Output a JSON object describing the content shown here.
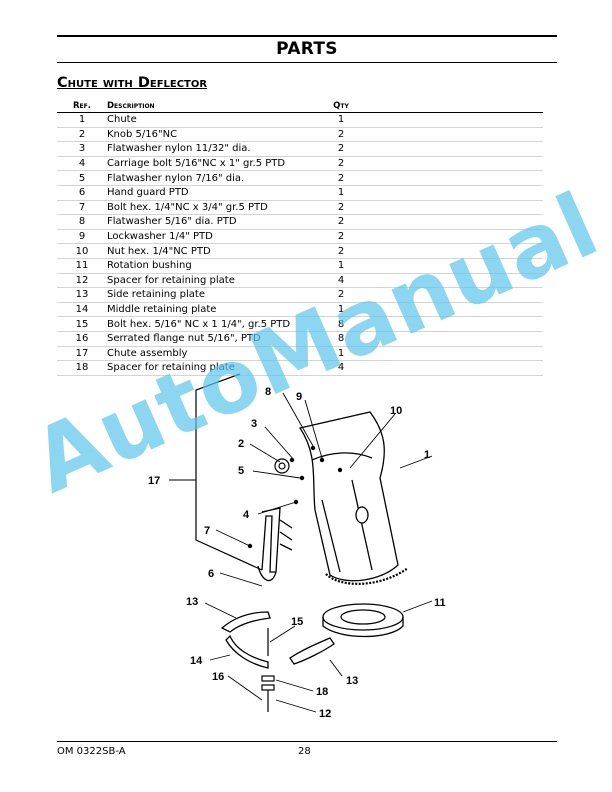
{
  "header": {
    "title": "PARTS"
  },
  "section": {
    "title": "Chute with Deflector"
  },
  "table": {
    "headers": {
      "ref": "Ref.",
      "description": "Description",
      "qty": "Qty"
    },
    "rows": [
      {
        "ref": "1",
        "description": "Chute",
        "qty": "1"
      },
      {
        "ref": "2",
        "description": "Knob 5/16\"NC",
        "qty": "2"
      },
      {
        "ref": "3",
        "description": "Flatwasher nylon 11/32\" dia.",
        "qty": "2"
      },
      {
        "ref": "4",
        "description": "Carriage bolt 5/16\"NC x 1\" gr.5 PTD",
        "qty": "2"
      },
      {
        "ref": "5",
        "description": "Flatwasher nylon 7/16\" dia.",
        "qty": "2"
      },
      {
        "ref": "6",
        "description": "Hand guard PTD",
        "qty": "1"
      },
      {
        "ref": "7",
        "description": "Bolt hex. 1/4\"NC x 3/4\" gr.5 PTD",
        "qty": "2"
      },
      {
        "ref": "8",
        "description": "Flatwasher 5/16\" dia.  PTD",
        "qty": "2"
      },
      {
        "ref": "9",
        "description": "Lockwasher 1/4\" PTD",
        "qty": "2"
      },
      {
        "ref": "10",
        "description": "Nut hex. 1/4\"NC PTD",
        "qty": "2"
      },
      {
        "ref": "11",
        "description": "Rotation bushing",
        "qty": "1"
      },
      {
        "ref": "12",
        "description": "Spacer for retaining plate",
        "qty": "4"
      },
      {
        "ref": "13",
        "description": "Side retaining plate",
        "qty": "2"
      },
      {
        "ref": "14",
        "description": "Middle retaining plate",
        "qty": "1"
      },
      {
        "ref": "15",
        "description": "Bolt hex. 5/16\" NC x 1 1/4\", gr.5 PTD",
        "qty": "8"
      },
      {
        "ref": "16",
        "description": "Serrated flange nut 5/16\", PTD",
        "qty": "8"
      },
      {
        "ref": "17",
        "description": "Chute assembly",
        "qty": "1"
      },
      {
        "ref": "18",
        "description": "Spacer for retaining plate",
        "qty": "4"
      }
    ]
  },
  "diagram": {
    "callouts": [
      "1",
      "2",
      "3",
      "4",
      "5",
      "6",
      "7",
      "8",
      "9",
      "10",
      "11",
      "12",
      "13",
      "14",
      "15",
      "16",
      "17",
      "18"
    ],
    "callout_13_second": "13"
  },
  "watermark": {
    "text": "AutoManual",
    "color": "#5cc6ec"
  },
  "footer": {
    "doc_code": "OM 0322SB-A",
    "page": "28"
  }
}
